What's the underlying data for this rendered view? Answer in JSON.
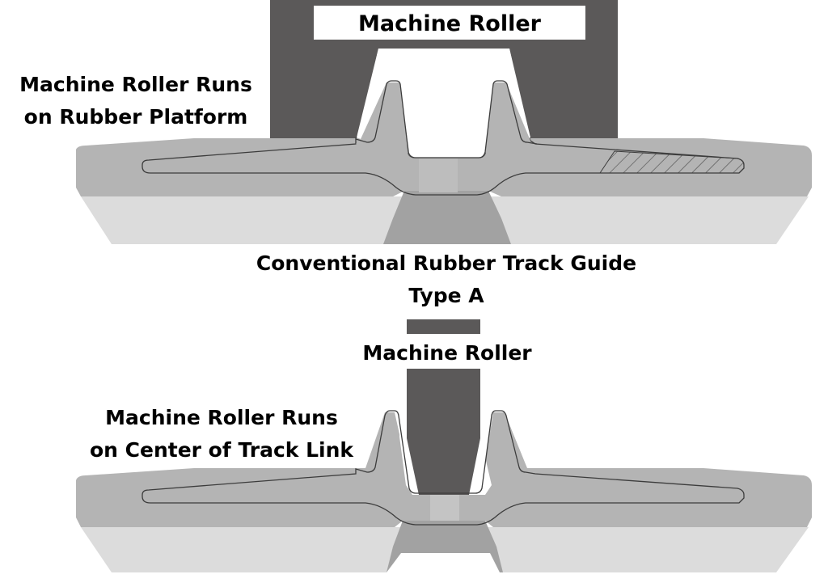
{
  "diagram": {
    "title": "Conventional Rubber Track Guide",
    "subtitle": "Type A",
    "colors": {
      "roller": "#5b5959",
      "track_top": "#b4b4b4",
      "track_bottom": "#dcdcdc",
      "track_core": "#a2a2a2",
      "outline": "#3c3c3c",
      "label_box": "#ffffff",
      "text": "#000000"
    },
    "top_panel": {
      "roller_label": "Machine Roller",
      "annotation_line1": "Machine Roller Runs",
      "annotation_line2": "on Rubber Platform",
      "hatched_region": "rubber platform embedded steel (hatched)"
    },
    "bottom_panel": {
      "roller_label": "Machine Roller",
      "annotation_line1": "Machine Roller Runs",
      "annotation_line2": "on Center of Track Link"
    }
  }
}
